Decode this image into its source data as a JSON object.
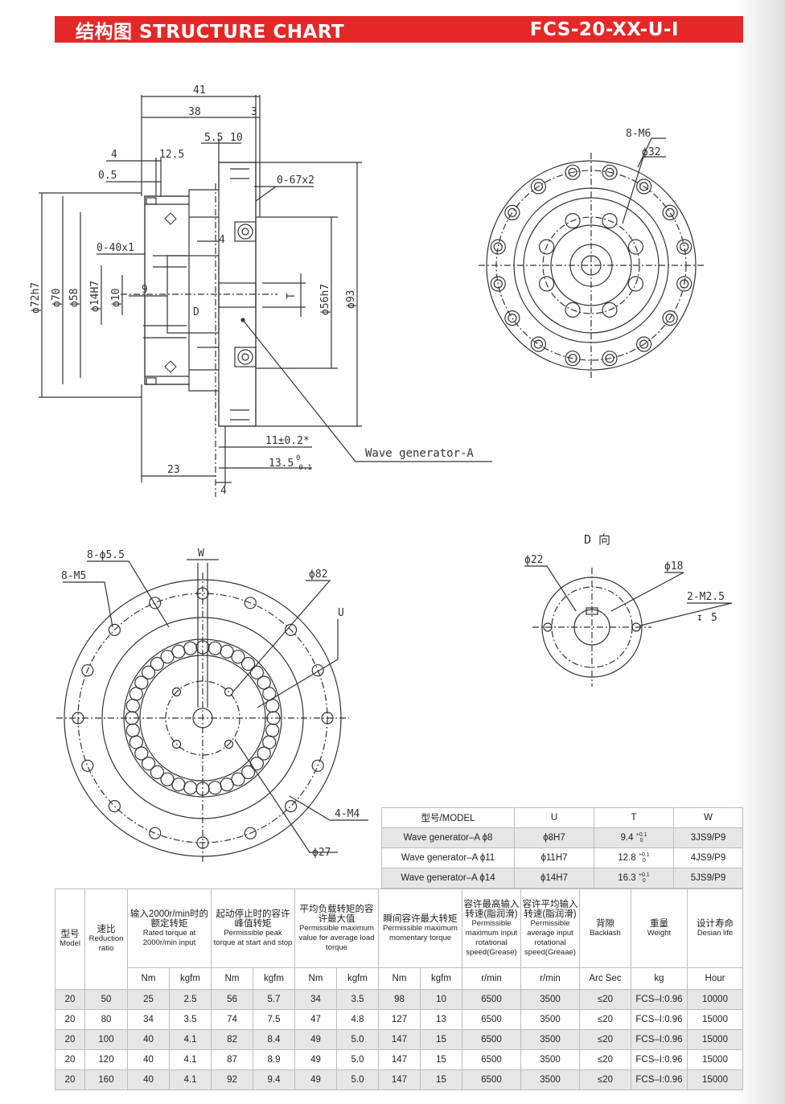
{
  "header": {
    "title": "结构图 STRUCTURE CHART",
    "model": "FCS-20-XX-U-I"
  },
  "side_view": {
    "dims": [
      "41",
      "38",
      "3",
      "5.5",
      "10",
      "4",
      "12.5",
      "0.5",
      "0-67x2",
      "0-40x1",
      "ϕ72h7",
      "ϕ70",
      "ϕ58",
      "ϕ14H7",
      "ϕ10",
      "9",
      "D",
      "4",
      "T",
      "ϕ56h7",
      "ϕ93",
      "11±0.2*",
      "13.5",
      "23",
      "4"
    ],
    "tol_upper": "0",
    "tol_lower": "-0.1",
    "callout": "Wave generator-A"
  },
  "front_view": {
    "dims": [
      "8-M6",
      "ϕ32"
    ]
  },
  "output_view": {
    "dims": [
      "8-ϕ5.5",
      "8-M5",
      "W",
      "ϕ82",
      "U",
      "4-M4",
      "ϕ27"
    ]
  },
  "d_view": {
    "title": "D 向",
    "dims": [
      "ϕ22",
      "ϕ18",
      "2-M2.5",
      "5"
    ],
    "depth_symbol": "↧"
  },
  "wave_table": {
    "headers": [
      "型号/MODEL",
      "U",
      "T",
      "W"
    ],
    "rows": [
      {
        "model": "Wave generator–A ϕ8",
        "u": "ϕ8H7",
        "t": "9.4",
        "t_tol_up": "+0.1",
        "t_tol_lo": "0",
        "w": "3JS9/P9"
      },
      {
        "model": "Wave generator–A ϕ11",
        "u": "ϕ11H7",
        "t": "12.8",
        "t_tol_up": "+0.1",
        "t_tol_lo": "0",
        "w": "4JS9/P9"
      },
      {
        "model": "Wave generator–A ϕ14",
        "u": "ϕ14H7",
        "t": "16.3",
        "t_tol_up": "+0.1",
        "t_tol_lo": "0",
        "w": "5JS9/P9"
      }
    ]
  },
  "spec_table": {
    "headers": [
      {
        "zh": "型号",
        "en": "Model"
      },
      {
        "zh": "速比",
        "en": "Reduction ratio"
      },
      {
        "zh": "输入2000r/min时的额定转矩",
        "en": "Rated torque at 2000r/min input"
      },
      {
        "zh": "起动停止时的容许峰值转矩",
        "en": "Permissible peak torque at start and stop"
      },
      {
        "zh": "平均负载转矩的容许最大值",
        "en": "Permissible maximum value for average load torque"
      },
      {
        "zh": "瞬间容许最大转矩",
        "en": "Permissible maximum momentary torque"
      },
      {
        "zh": "容许最高输入转速(脂润滑)",
        "en": "Permissible maximum input rotational speed(Grease)"
      },
      {
        "zh": "容许平均输入转速(脂润滑)",
        "en": "Permissible average input rotational speed(Greaae)"
      },
      {
        "zh": "背隙",
        "en": "Backlash"
      },
      {
        "zh": "重量",
        "en": "Weight"
      },
      {
        "zh": "设计寿命",
        "en": "Desian life"
      }
    ],
    "units": [
      "Nm",
      "kgfm",
      "Nm",
      "kgfm",
      "Nm",
      "kgfm",
      "Nm",
      "kgfm",
      "r/min",
      "r/min",
      "Arc Sec",
      "kg",
      "Hour"
    ],
    "rows": [
      [
        "20",
        "50",
        "25",
        "2.5",
        "56",
        "5.7",
        "34",
        "3.5",
        "98",
        "10",
        "6500",
        "3500",
        "≤20",
        "FCS–I:0.96",
        "10000"
      ],
      [
        "20",
        "80",
        "34",
        "3.5",
        "74",
        "7.5",
        "47",
        "4.8",
        "127",
        "13",
        "6500",
        "3500",
        "≤20",
        "FCS–I:0.96",
        "15000"
      ],
      [
        "20",
        "100",
        "40",
        "4.1",
        "82",
        "8.4",
        "49",
        "5.0",
        "147",
        "15",
        "6500",
        "3500",
        "≤20",
        "FCS–I:0.96",
        "15000"
      ],
      [
        "20",
        "120",
        "40",
        "4.1",
        "87",
        "8.9",
        "49",
        "5.0",
        "147",
        "15",
        "6500",
        "3500",
        "≤20",
        "FCS–I:0.96",
        "15000"
      ],
      [
        "20",
        "160",
        "40",
        "4.1",
        "92",
        "9.4",
        "49",
        "5.0",
        "147",
        "15",
        "6500",
        "3500",
        "≤20",
        "FCS–I:0.96",
        "15000"
      ]
    ]
  },
  "colors": {
    "header_bg": "#e42828",
    "row_alt": "#e6e6e6"
  }
}
